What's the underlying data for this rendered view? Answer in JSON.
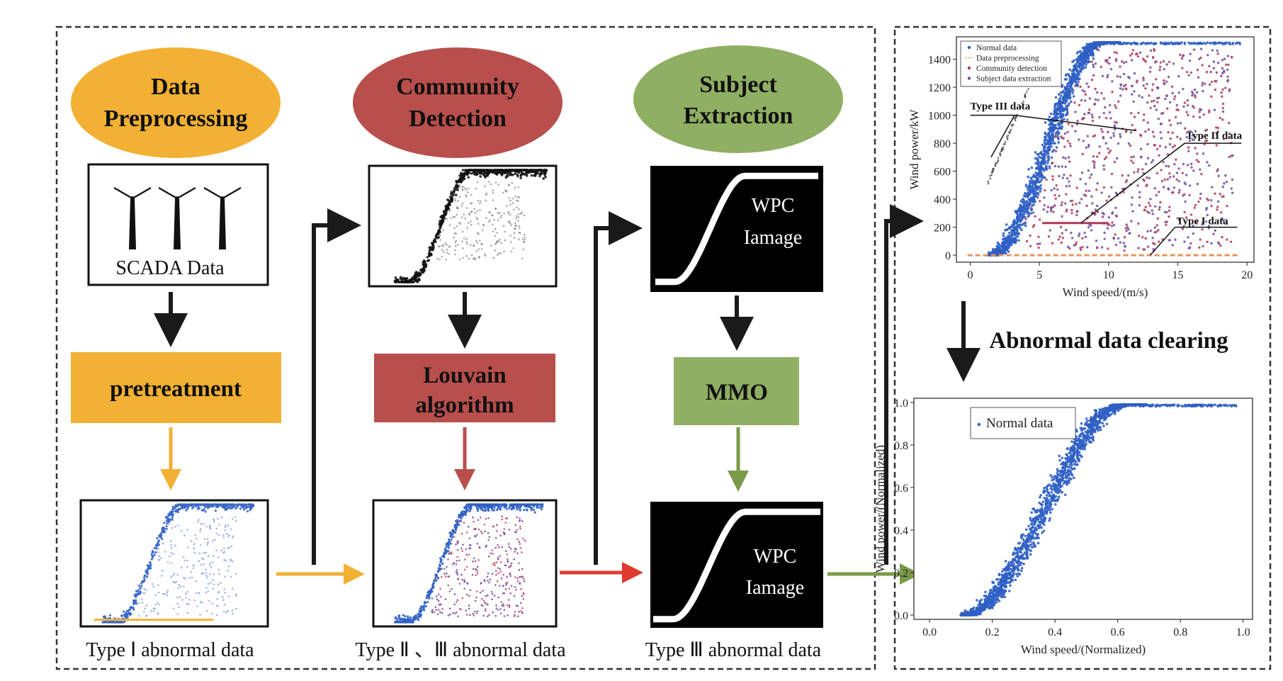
{
  "pipeline": {
    "stages": [
      {
        "title_line1": "Data",
        "title_line2": "Preprocessing",
        "color": "#f2b134",
        "image_caption": "SCADA Data",
        "process_line1": "pretreatment",
        "process_line2": "",
        "result_caption": "Type Ⅰ abnormal data"
      },
      {
        "title_line1": "Community",
        "title_line2": "Detection",
        "color": "#b84f4c",
        "image_caption": "",
        "process_line1": "Louvain",
        "process_line2": "algorithm",
        "result_caption": "Type Ⅱ 、Ⅲ abnormal data"
      },
      {
        "title_line1": "Subject",
        "title_line2": "Extraction",
        "color": "#8faf63",
        "image_caption": "",
        "process_line1": "MMO",
        "process_line2": "",
        "result_caption": "Type Ⅲ abnormal data"
      }
    ],
    "wpc_label_line1": "WPC",
    "wpc_label_line2": "Iamage",
    "arrow_colors": {
      "dark": "#1a1a1a",
      "orange": "#f2b134",
      "red": "#e03a2e",
      "green": "#7a9a48",
      "brown": "#b84f4c"
    }
  },
  "right_panel": {
    "clearing_label": "Abnormal data clearing"
  },
  "chart_data": [
    {
      "type": "scatter",
      "title": "",
      "xlabel": "Wind speed/(m/s)",
      "ylabel": "Wind power/kW",
      "xlim": [
        -1,
        20.5
      ],
      "ylim": [
        -50,
        1560
      ],
      "xticks": [
        0,
        5,
        10,
        15,
        20
      ],
      "yticks": [
        0,
        200,
        400,
        600,
        800,
        1000,
        1200,
        1400
      ],
      "legend_position": "top-left",
      "series": [
        {
          "name": "Normal data",
          "color": "#2f5fc4"
        },
        {
          "name": "Data preprocessing",
          "color": "#e8955a"
        },
        {
          "name": "Community detection",
          "color": "#b03a56"
        },
        {
          "name": "Subject data extraction",
          "color": "#6a4ea0"
        }
      ],
      "annotations": [
        {
          "text": "Type III data",
          "x": 0,
          "y": 1040
        },
        {
          "text": "Type II data",
          "x": 15.6,
          "y": 830
        },
        {
          "text": "Type I data",
          "x": 14.9,
          "y": 220
        }
      ],
      "power_curve": {
        "cut_in": 1.5,
        "rated_speed": 9.5,
        "rated_power": 1520
      }
    },
    {
      "type": "scatter",
      "title": "",
      "xlabel": "Wind speed/(Normalized)",
      "ylabel": "Wind power/(Normalized)",
      "xlim": [
        -0.05,
        1.03
      ],
      "ylim": [
        -0.02,
        1.02
      ],
      "xticks": [
        0.0,
        0.2,
        0.4,
        0.6,
        0.8,
        1.0
      ],
      "yticks": [
        0.0,
        0.2,
        0.4,
        0.6,
        0.8,
        1.0
      ],
      "legend_position": "top-left",
      "series": [
        {
          "name": "Normal data",
          "color": "#2f5fc4"
        }
      ],
      "power_curve": {
        "cut_in": 0.11,
        "rated_speed": 0.62,
        "rated_power": 0.99
      }
    }
  ]
}
